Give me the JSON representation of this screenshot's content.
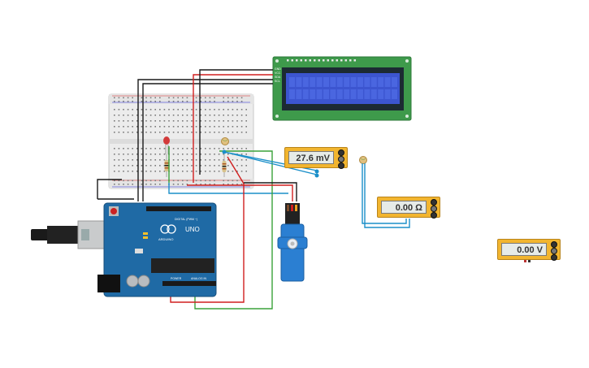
{
  "arduino": {
    "model_label": "UNO",
    "brand_label": "ARDUINO",
    "digital_label": "DIGITAL (PWM ~)",
    "power_label": "POWER",
    "analog_label": "ANALOG IN"
  },
  "meters": [
    {
      "id": "voltmeter-1",
      "value": "27.6 mV"
    },
    {
      "id": "ohmmeter",
      "value": "0.00 Ω"
    },
    {
      "id": "voltmeter-2",
      "value": "0.00 V"
    }
  ],
  "lcd": {
    "pins": [
      "GND",
      "VCC",
      "SDA",
      "SCL"
    ]
  },
  "colors": {
    "board_blue": "#1f6aa5",
    "wire_red": "#d11f1f",
    "wire_black": "#1a1a1a",
    "wire_green": "#3aa23a",
    "wire_blue": "#1b8fc9",
    "meter_yellow": "#f2b52f",
    "lcd_green": "#3e9a4b",
    "lcd_screen": "#3c55d0",
    "servo_blue": "#2b7fd2"
  }
}
